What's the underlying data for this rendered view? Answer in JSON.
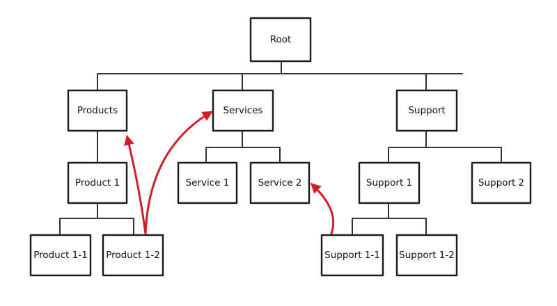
{
  "colors": {
    "box_border": "#1a1a1a",
    "connector": "#1a1a1a",
    "arrow": "#cc1f26",
    "background": "#ffffff"
  },
  "nodes": {
    "root": {
      "label": "Root"
    },
    "products": {
      "label": "Products"
    },
    "services": {
      "label": "Services"
    },
    "support": {
      "label": "Support"
    },
    "product_1": {
      "label": "Product 1"
    },
    "service_1": {
      "label": "Service 1"
    },
    "service_2": {
      "label": "Service 2"
    },
    "support_1": {
      "label": "Support 1"
    },
    "support_2": {
      "label": "Support 2"
    },
    "product_1_1": {
      "label": "Product 1-1"
    },
    "product_1_2": {
      "label": "Product 1-2"
    },
    "support_1_1": {
      "label": "Support 1-1"
    },
    "support_1_2": {
      "label": "Support 1-2"
    }
  },
  "hierarchy": [
    {
      "from": "root",
      "to": "products"
    },
    {
      "from": "root",
      "to": "services"
    },
    {
      "from": "root",
      "to": "support"
    },
    {
      "from": "products",
      "to": "product_1"
    },
    {
      "from": "services",
      "to": "service_1"
    },
    {
      "from": "services",
      "to": "service_2"
    },
    {
      "from": "support",
      "to": "support_1"
    },
    {
      "from": "support",
      "to": "support_2"
    },
    {
      "from": "product_1",
      "to": "product_1_1"
    },
    {
      "from": "product_1",
      "to": "product_1_2"
    },
    {
      "from": "support_1",
      "to": "support_1_1"
    },
    {
      "from": "support_1",
      "to": "support_1_2"
    }
  ],
  "cross_links": [
    {
      "from": "product_1_2",
      "to": "products"
    },
    {
      "from": "product_1_2",
      "to": "services"
    },
    {
      "from": "support_1_1",
      "to": "service_2"
    }
  ]
}
